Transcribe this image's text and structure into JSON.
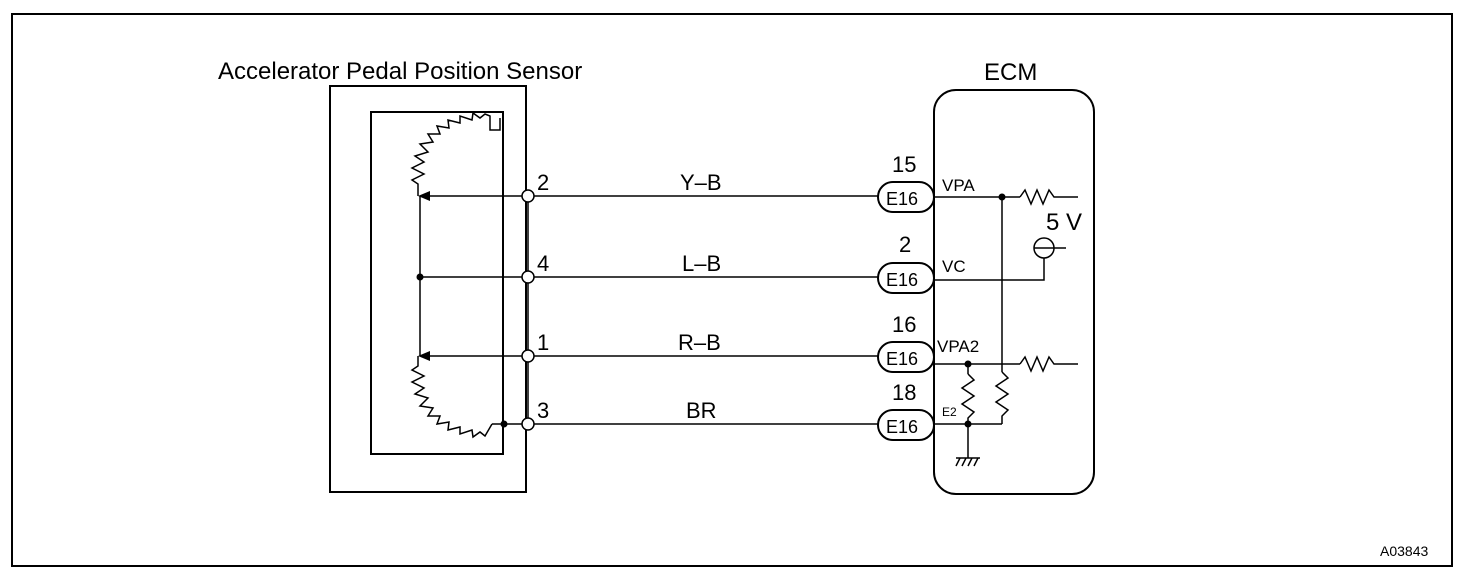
{
  "sensor": {
    "title": "Accelerator Pedal Position Sensor"
  },
  "ecm": {
    "title": "ECM",
    "supply": "5 V",
    "ground_label": "E2"
  },
  "circuits": [
    {
      "pin": "2",
      "wire": "Y–B",
      "ecm_pin": "15",
      "connector": "E16",
      "terminal": "VPA"
    },
    {
      "pin": "4",
      "wire": "L–B",
      "ecm_pin": "2",
      "connector": "E16",
      "terminal": "VC"
    },
    {
      "pin": "1",
      "wire": "R–B",
      "ecm_pin": "16",
      "connector": "E16",
      "terminal": "VPA2"
    },
    {
      "pin": "3",
      "wire": "BR",
      "ecm_pin": "18",
      "connector": "E16",
      "terminal": ""
    }
  ],
  "figure_id": "A03843"
}
